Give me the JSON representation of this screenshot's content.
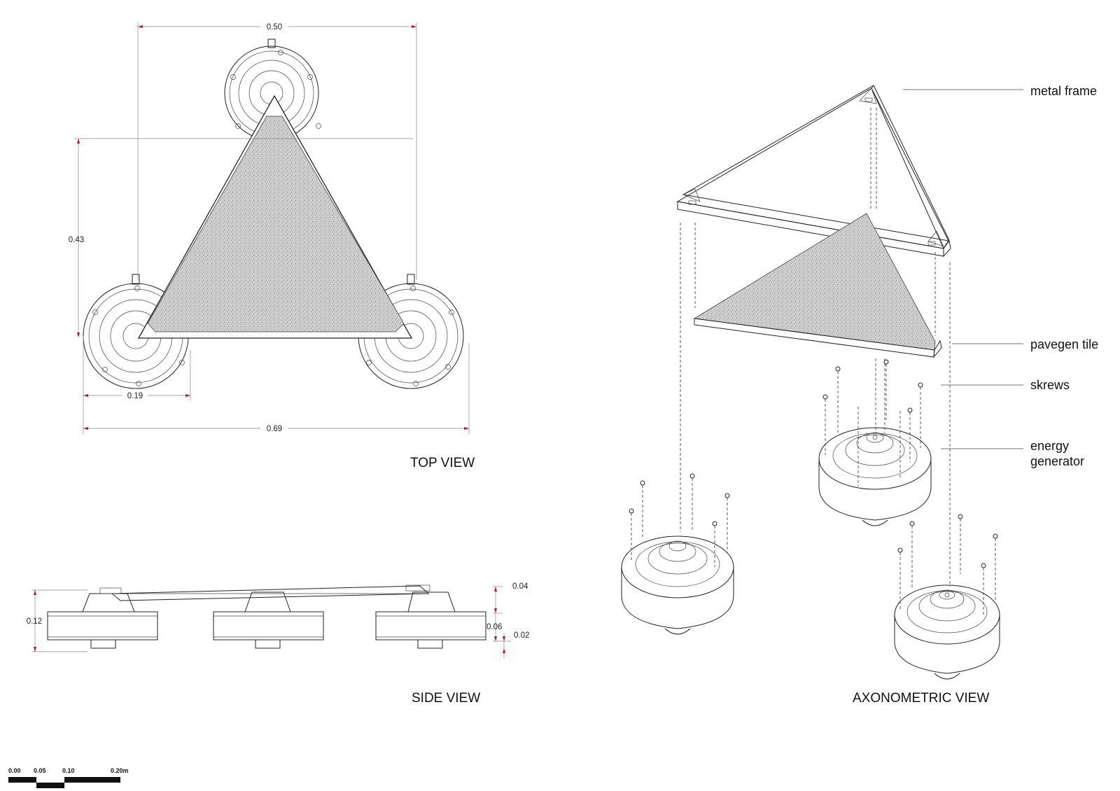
{
  "views": {
    "top": "TOP VIEW",
    "side": "SIDE VIEW",
    "axonometric": "AXONOMETRIC VIEW"
  },
  "top_dims": {
    "width_top": "0.50",
    "height": "0.43",
    "generator_diameter": "0.19",
    "overall_width": "0.69"
  },
  "side_dims": {
    "overall_height": "0.12",
    "frame": "0.04",
    "generator_body": "0.06",
    "base": "0.02"
  },
  "callouts": {
    "metal_frame": "metal frame",
    "pavegen_tile": "pavegen tile",
    "skrews": "skrews",
    "energy_generator_1": "energy",
    "energy_generator_2": "generator"
  },
  "scale_bar": {
    "t0": "0.00",
    "t1": "0.05",
    "t2": "0.10",
    "t3": "0.20m"
  },
  "colors": {
    "tile_fill": "#c8c8c8",
    "line": "#222222",
    "dimension_arrow": "#c0121f"
  }
}
